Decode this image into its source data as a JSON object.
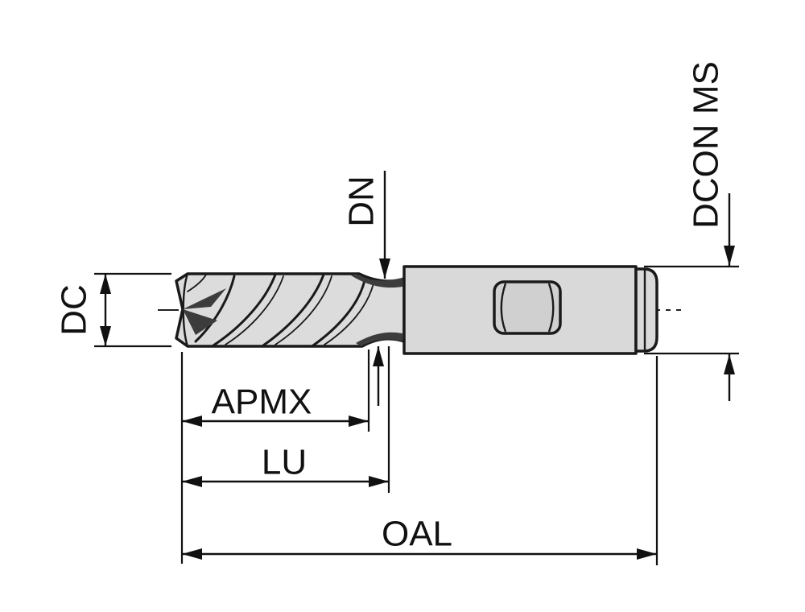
{
  "diagram": {
    "type": "technical-drawing",
    "subject": "end-mill-side-view-dimension-drawing",
    "labels": {
      "dc": "DC",
      "dn": "DN",
      "dcon_ms": "DCON MS",
      "apmx": "APMX",
      "lu": "LU",
      "oal": "OAL"
    },
    "colors": {
      "background": "#ffffff",
      "line": "#111111",
      "body_fill": "#d9d9d9",
      "flute_fill": "#dcdcdc",
      "flat_fill": "#d0d0d0",
      "shading": "#3c3c3c"
    }
  }
}
